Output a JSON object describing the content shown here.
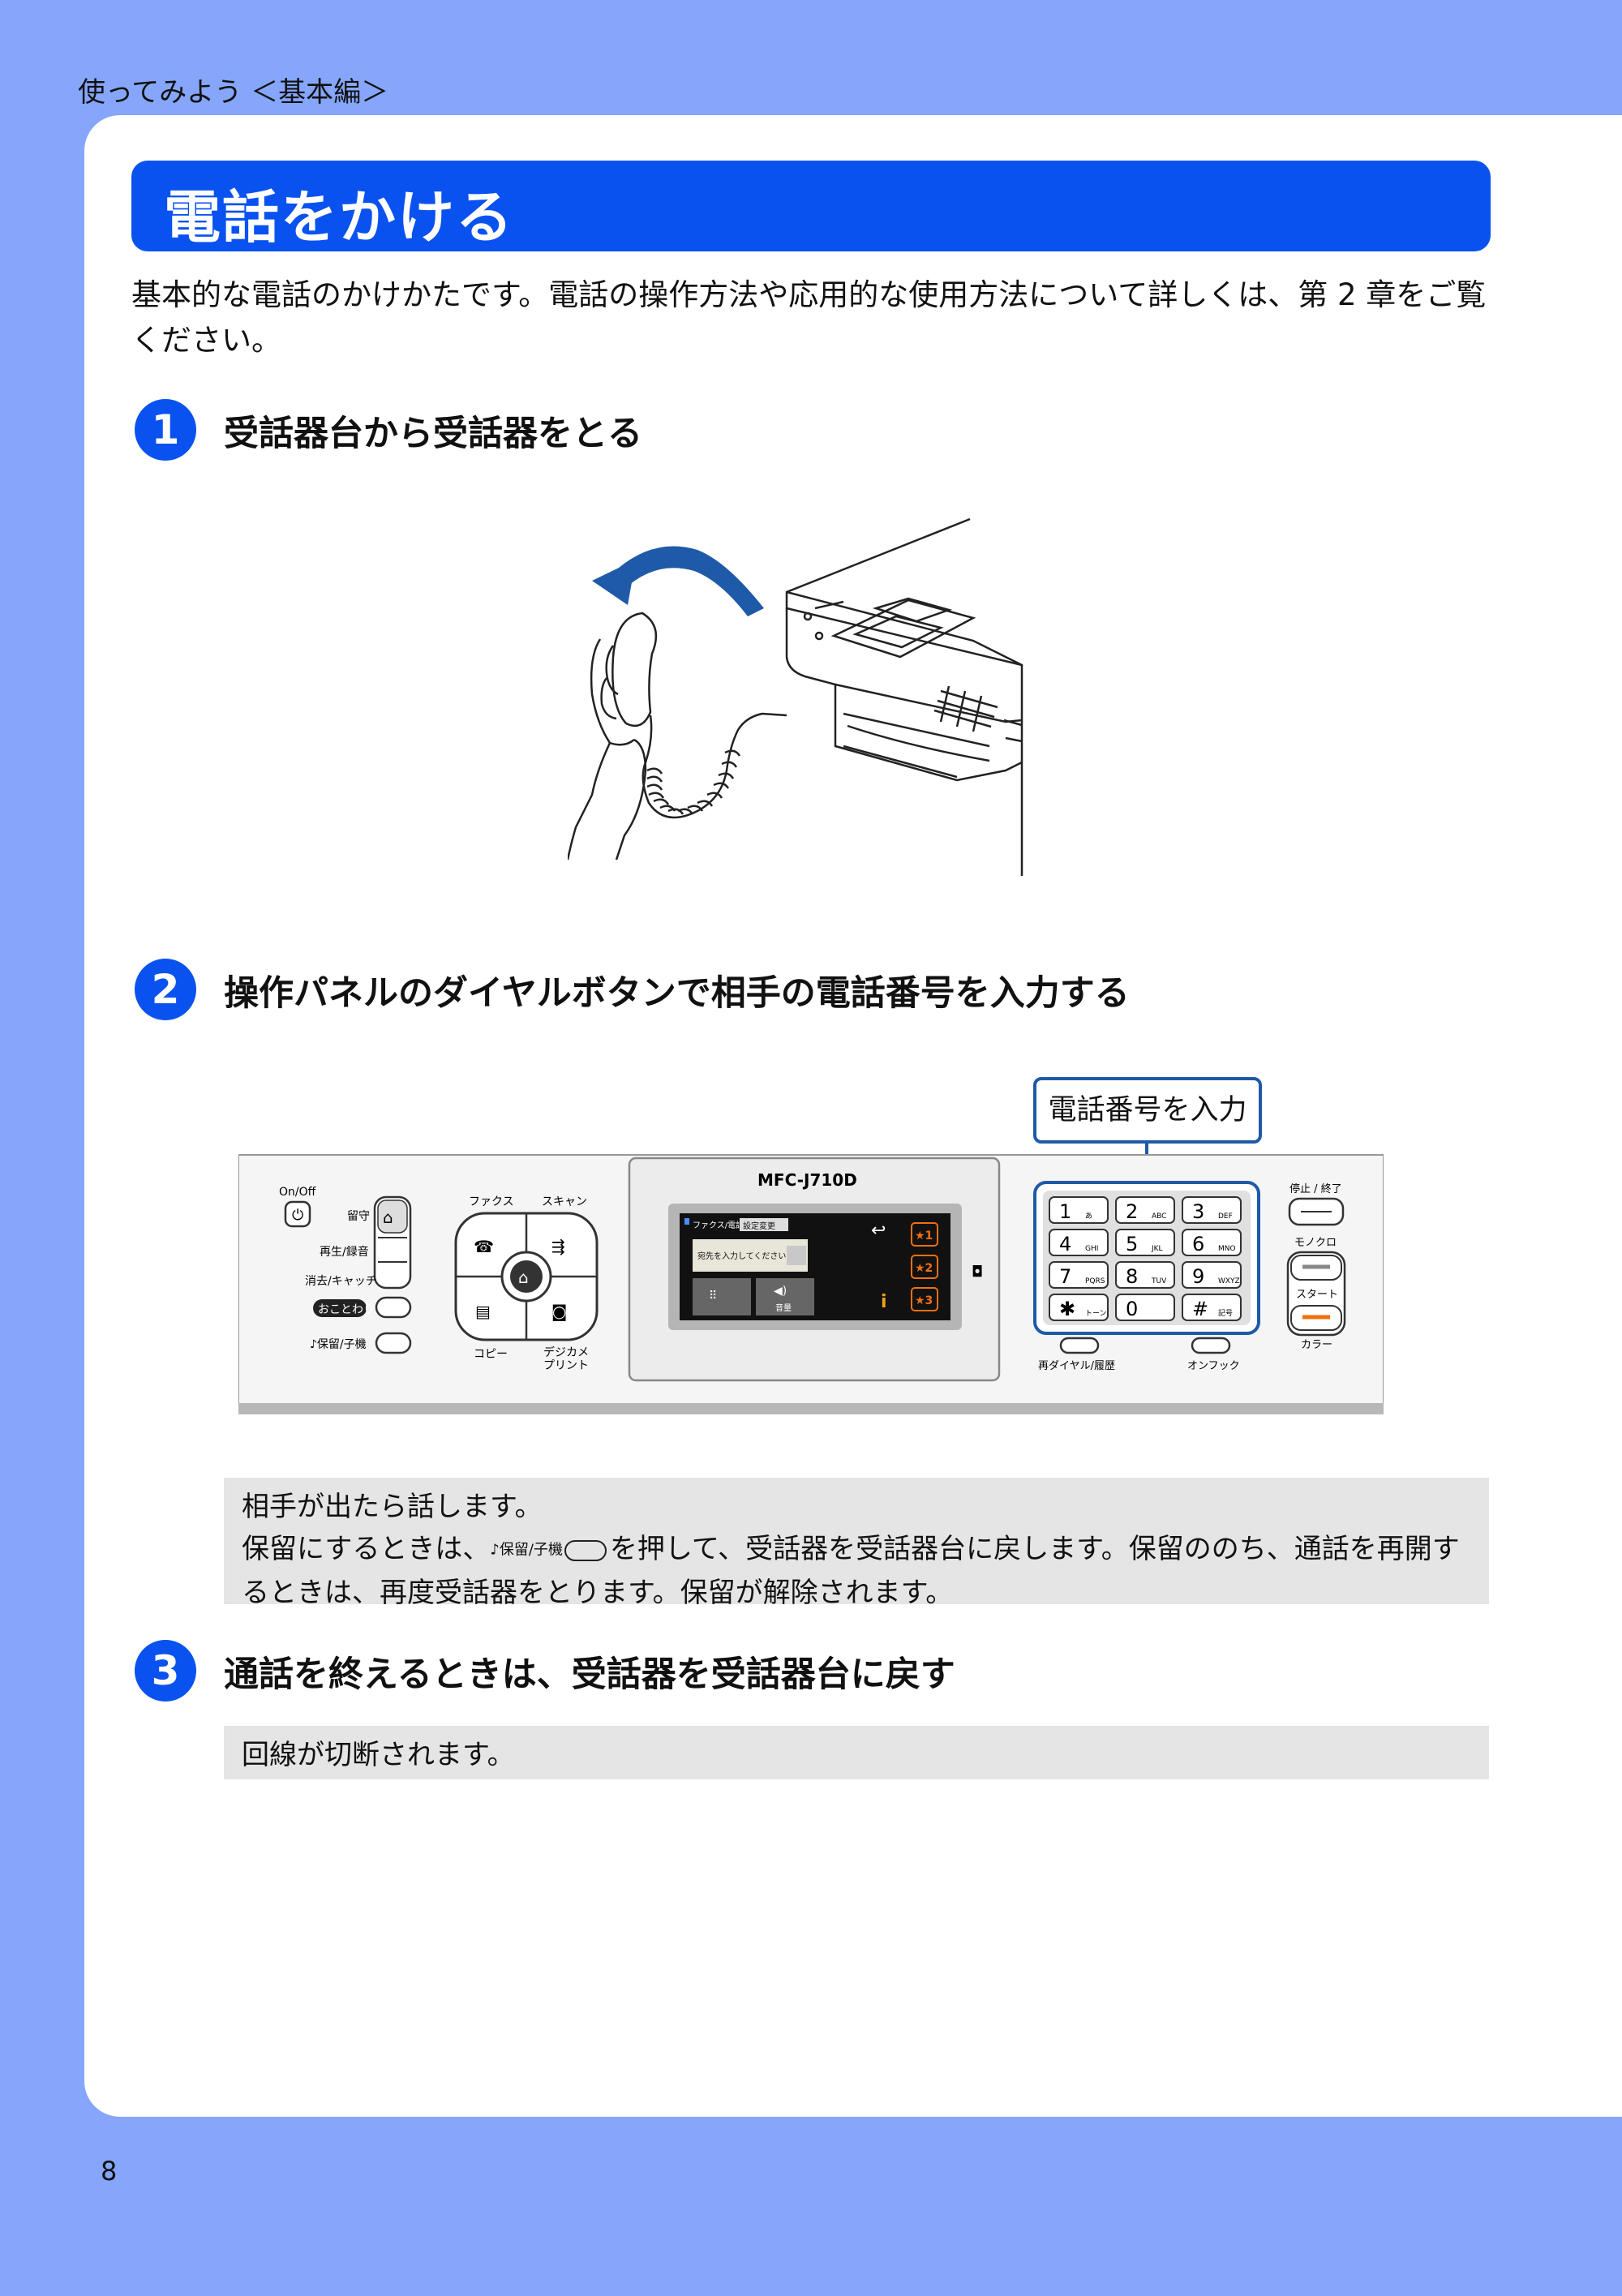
{
  "header": {
    "label": "使ってみよう ＜基本編＞"
  },
  "page": {
    "number": "8"
  },
  "title": "電話をかける",
  "intro": "基本的な電話のかけかたです。電話の操作方法や応用的な使用方法について詳しくは、第 2 章をご覧ください。",
  "steps": [
    {
      "num": "1",
      "title": "受話器台から受話器をとる"
    },
    {
      "num": "2",
      "title": "操作パネルのダイヤルボタンで相手の電話番号を入力する"
    },
    {
      "num": "3",
      "title": "通話を終えるときは、受話器を受話器台に戻す"
    }
  ],
  "callout": "電話番号を入力",
  "panel": {
    "model": "MFC-J710D",
    "on_off": "On/Off",
    "rusu": "留守",
    "saisei": "再生/録音",
    "shokyo": "消去/キャッチ",
    "okotowari": "おことわり",
    "horyu": "♪保留/子機",
    "fax": "ファクス",
    "scan": "スキャン",
    "copy": "コピー",
    "digicame_1": "デジカメ",
    "digicame_2": "プリント",
    "lcd_tab": "ファクス/電話",
    "lcd_settings": "設定変更",
    "lcd_prompt": "宛先を入力してください",
    "lcd_speaker": "音量",
    "shortcut_1": "★1",
    "shortcut_2": "★2",
    "shortcut_3": "★3",
    "stop": "停止 / 終了",
    "mono": "モノクロ",
    "start": "スタート",
    "color": "カラー",
    "redial": "再ダイヤル/履歴",
    "onhook": "オンフック",
    "keys": [
      {
        "d": "1",
        "s": "あ"
      },
      {
        "d": "2",
        "s": "ABC"
      },
      {
        "d": "3",
        "s": "DEF"
      },
      {
        "d": "4",
        "s": "GHI"
      },
      {
        "d": "5",
        "s": "JKL"
      },
      {
        "d": "6",
        "s": "MNO"
      },
      {
        "d": "7",
        "s": "PQRS"
      },
      {
        "d": "8",
        "s": "TUV"
      },
      {
        "d": "9",
        "s": "WXYZ"
      },
      {
        "d": "✱",
        "s": "トーン"
      },
      {
        "d": "0",
        "s": ""
      },
      {
        "d": "#",
        "s": "記号"
      }
    ]
  },
  "note1": {
    "line1": "相手が出たら話します。",
    "line2_pre": "保留にするときは、",
    "line2_button_label": "♪保留/子機",
    "line2_post": "を押して、受話器を受話器台に戻します。保留ののち、通話を再開するときは、再度受話器をとります。保留が解除されます。"
  },
  "note2": "回線が切断されます。"
}
